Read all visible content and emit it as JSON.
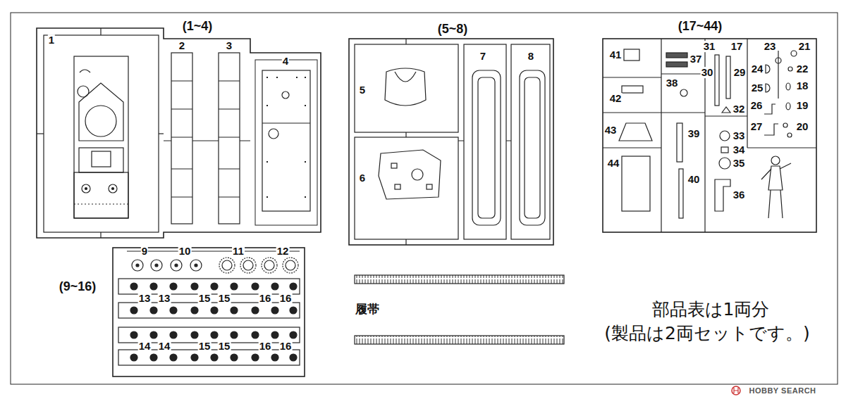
{
  "diagram": {
    "nodes": [
      {
        "text": [
          "(1~4)"
        ]
      },
      {
        "text": [
          "(5~8)"
        ]
      },
      {
        "text": [
          "(17~44)"
        ]
      },
      {
        "text": [
          "(9~16)"
        ]
      }
    ],
    "labels": [
      "1",
      "2",
      "3",
      "4",
      "5",
      "6",
      "7",
      "8",
      "41",
      "37",
      "31",
      "17",
      "23",
      "21",
      "30",
      "29",
      "24",
      "22",
      "38",
      "25",
      "18",
      "42",
      "26",
      "19",
      "32",
      "27",
      "20",
      "43",
      "39",
      "33",
      "34",
      "35",
      "44",
      "40",
      "36",
      "9",
      "10",
      "11",
      "12",
      "13",
      "13",
      "15",
      "15",
      "16",
      "16",
      "14",
      "14",
      "15",
      "15",
      "16",
      "16",
      "履帯",
      "部品表は1両分",
      "(製品は2両セットです。)",
      "HOBBY SEARCH"
    ]
  }
}
